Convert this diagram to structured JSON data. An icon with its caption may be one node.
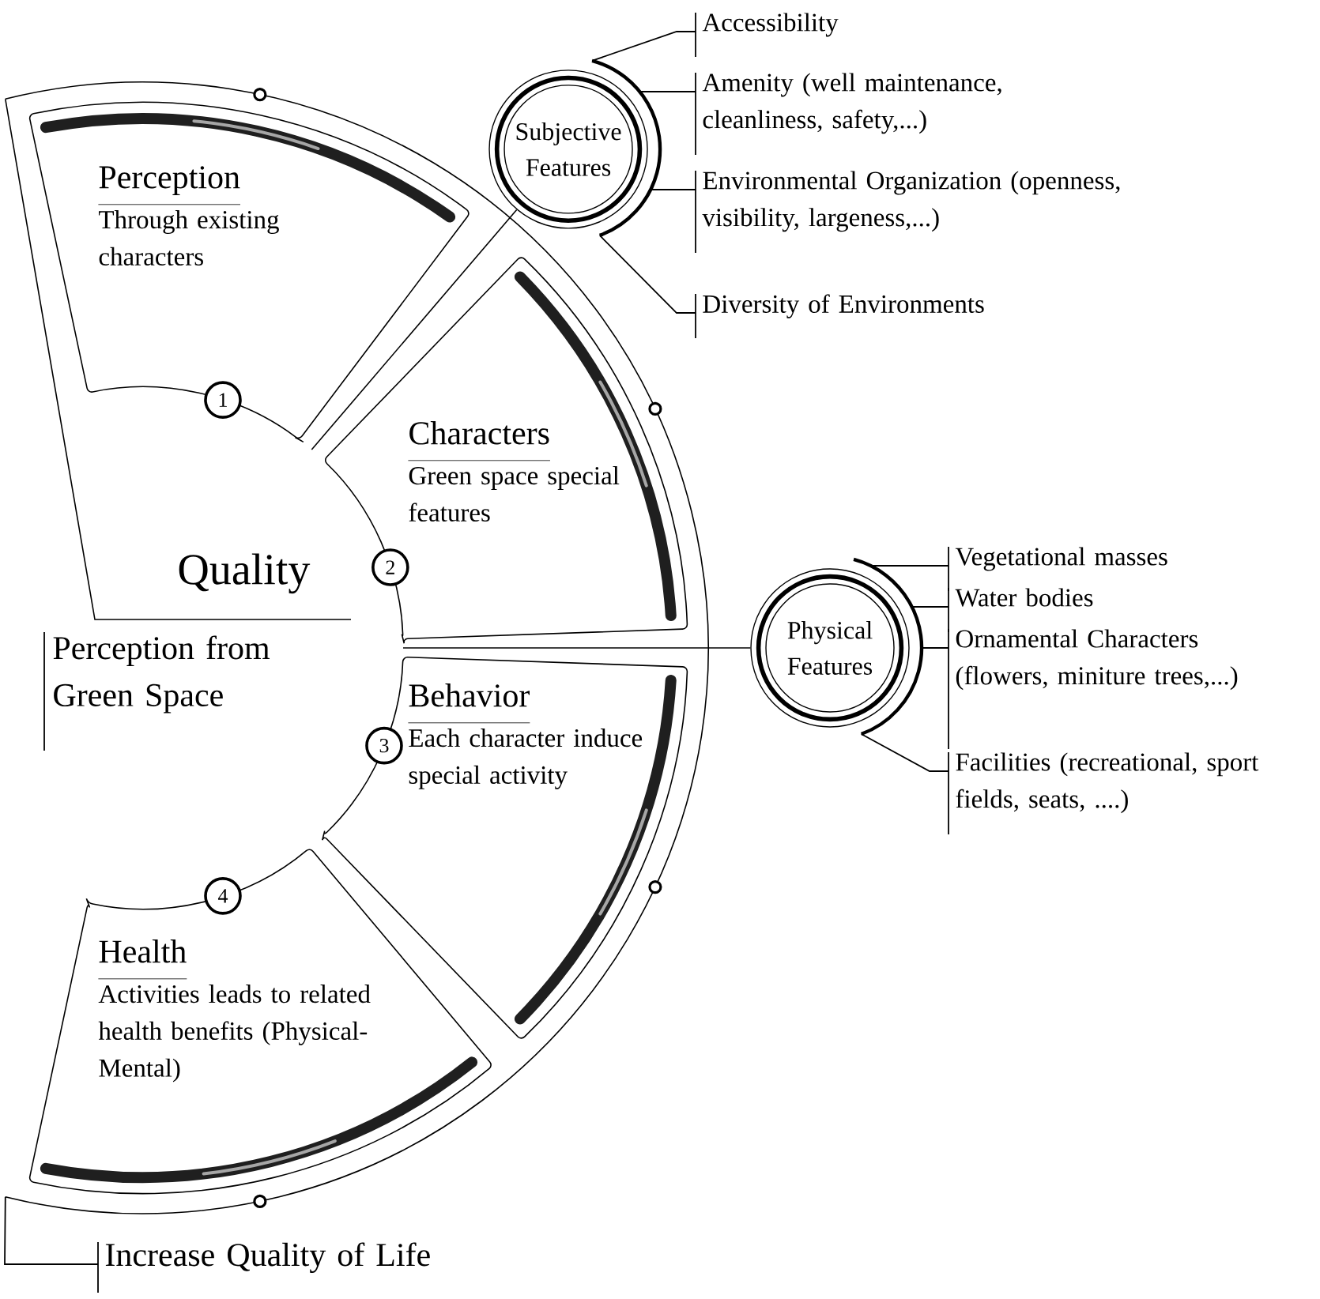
{
  "diagram": {
    "nodes": [
      {
        "text": [
          "Perception",
          "Through existing characters"
        ]
      },
      {
        "text": [
          "1"
        ]
      },
      {
        "text": [
          "Characters",
          "Green space special features"
        ]
      },
      {
        "text": [
          "2"
        ]
      },
      {
        "text": [
          "Behavior",
          "Each character induce special activity"
        ]
      },
      {
        "text": [
          "3"
        ]
      },
      {
        "text": [
          "Health",
          "Activities leads to related health benefits (Physical-Mental)"
        ]
      },
      {
        "text": [
          "4"
        ]
      },
      {
        "text": [
          "Subjective Features"
        ]
      },
      {
        "text": [
          "Physical Features"
        ]
      }
    ],
    "edges": [
      {
        "from": 2,
        "to": 8,
        "arrow": "none"
      },
      {
        "from": 2,
        "to": 9,
        "arrow": "none"
      }
    ],
    "labels": [
      "Accessibility",
      "Amenity (well maintenance, cleanliness, safety,...)",
      "Environmental Organization (openness, visibility, largeness,...)",
      "Diversity of Environments",
      "Quality",
      "Perception from Green Space",
      "Vegetational masses",
      "Water bodies",
      "Ornamental Characters (flowers, miniture trees,...)",
      "Facilities (recreational, sport fields, seats, ....)",
      "Increase Quality of Life"
    ]
  }
}
